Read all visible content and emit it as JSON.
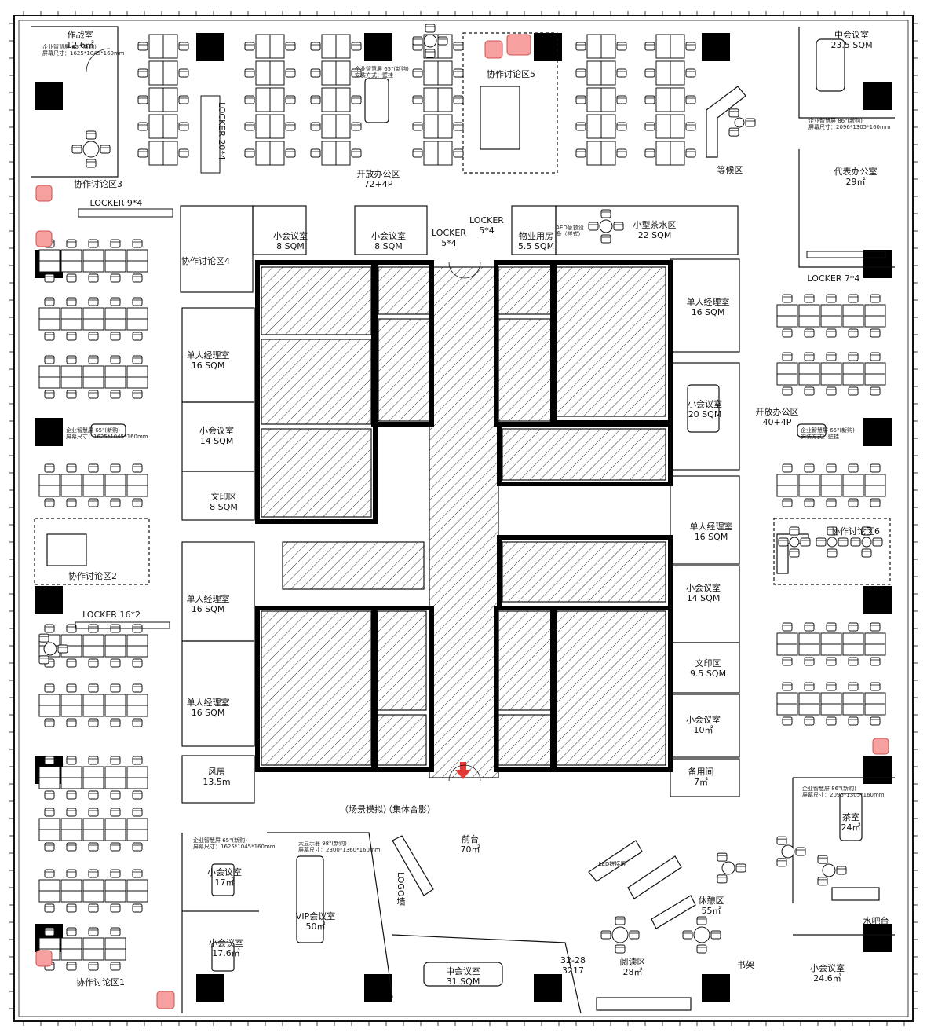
{
  "floor_plan": {
    "rooms": {
      "war_room": {
        "name": "作战室",
        "area": "12.6㎡"
      },
      "collab_3": {
        "name": "协作讨论区3"
      },
      "locker_20x4": {
        "name": "LOCKER 20*4"
      },
      "open_office_top": {
        "name": "开放办公区",
        "capacity": "72+4P"
      },
      "collab_5": {
        "name": "协作讨论区5"
      },
      "waiting": {
        "name": "等候区"
      },
      "mid_meeting_top": {
        "name": "中会议室",
        "area": "23.5 SQM"
      },
      "rep_office": {
        "name": "代表办公室",
        "area": "29㎡"
      },
      "locker_7x4": {
        "name": "LOCKER 7*4"
      },
      "locker_9x4": {
        "name": "LOCKER 9*4"
      },
      "collab_4": {
        "name": "协作讨论区4"
      },
      "small_meeting_a": {
        "name": "小会议室",
        "area": "8 SQM"
      },
      "small_meeting_b": {
        "name": "小会议室",
        "area": "8 SQM"
      },
      "locker_5x4_a": {
        "name": "LOCKER",
        "count": "5*4"
      },
      "locker_5x4_b": {
        "name": "LOCKER",
        "count": "5*4"
      },
      "property_room": {
        "name": "物业用房",
        "area": "5.5 SQM"
      },
      "aed": {
        "name": "AED急救设",
        "note": "备（样式）"
      },
      "tea_area_small": {
        "name": "小型茶水区",
        "area": "22 SQM"
      },
      "single_mgr_right_top": {
        "name": "单人经理室",
        "area": "16 SQM"
      },
      "single_mgr_left_1": {
        "name": "单人经理室",
        "area": "16 SQM"
      },
      "small_meeting_left_1": {
        "name": "小会议室",
        "area": "14 SQM"
      },
      "print_left": {
        "name": "文印区",
        "area": "8 SQM"
      },
      "small_meeting_right_20": {
        "name": "小会议室",
        "area": "20 SQM"
      },
      "open_office_right": {
        "name": "开放办公区",
        "capacity": "40+4P"
      },
      "single_mgr_right_2": {
        "name": "单人经理室",
        "area": "16 SQM"
      },
      "collab_6": {
        "name": "协作讨论区6"
      },
      "collab_2": {
        "name": "协作讨论区2"
      },
      "locker_16x2": {
        "name": "LOCKER 16*2"
      },
      "single_mgr_left_2": {
        "name": "单人经理室",
        "area": "16 SQM"
      },
      "small_meeting_right_14": {
        "name": "小会议室",
        "area": "14 SQM"
      },
      "print_right": {
        "name": "文印区",
        "area": "9.5 SQM"
      },
      "single_mgr_left_3": {
        "name": "单人经理室",
        "area": "16 SQM"
      },
      "small_meeting_right_10": {
        "name": "小会议室",
        "area": "10㎡"
      },
      "spare_room": {
        "name": "备用间",
        "area": "7㎡"
      },
      "wind_room": {
        "name": "风房",
        "area": "13.5m"
      },
      "scene_sim": {
        "name": "（场景模拟）"
      },
      "group_photo": {
        "name": "（集体合影）"
      },
      "reception": {
        "name": "前台",
        "area": "70㎡"
      },
      "tea_room": {
        "name": "茶室",
        "area": "24㎡"
      },
      "small_meeting_bl_17": {
        "name": "小会议室",
        "area": "17㎡"
      },
      "vip_meeting": {
        "name": "VIP会议室",
        "area": "50㎡"
      },
      "logo_wall": {
        "name": "LOGO墙"
      },
      "led": {
        "name": "LED拼接屏"
      },
      "leisure_area": {
        "name": "休憩区",
        "area": "55㎡"
      },
      "water_bar": {
        "name": "水吧台"
      },
      "small_meeting_bl_17_6": {
        "name": "小会议室",
        "area": "17.6㎡"
      },
      "collab_1": {
        "name": "协作讨论区1"
      },
      "mid_meeting_bottom": {
        "name": "中会议室",
        "area": "31 SQM"
      },
      "code": {
        "name": "32-28",
        "area": "3217"
      },
      "reading_area": {
        "name": "阅读区",
        "area": "28㎡"
      },
      "bookshelf": {
        "name": "书架"
      },
      "small_meeting_br": {
        "name": "小会议室",
        "area": "24.6㎡"
      }
    },
    "screen_notes": {
      "screen_65": "企业智慧屏 65\"(新购)",
      "screen_size_65": "屏幕尺寸：1625*1045*160mm",
      "install_wall": "安装方式：壁挂",
      "screen_86": "企业智慧屏 86\"(新购)",
      "screen_size_86": "屏幕尺寸：2096*1305*160mm",
      "screen_98": "大显示器 98\"(新购)",
      "screen_size_98": "屏幕尺寸：2300*1360*160mm"
    },
    "colors": {
      "ink": "#111111",
      "hatch": "#333333",
      "column": "#000000",
      "marker": "#f08080",
      "arrow": "#e53935"
    }
  }
}
